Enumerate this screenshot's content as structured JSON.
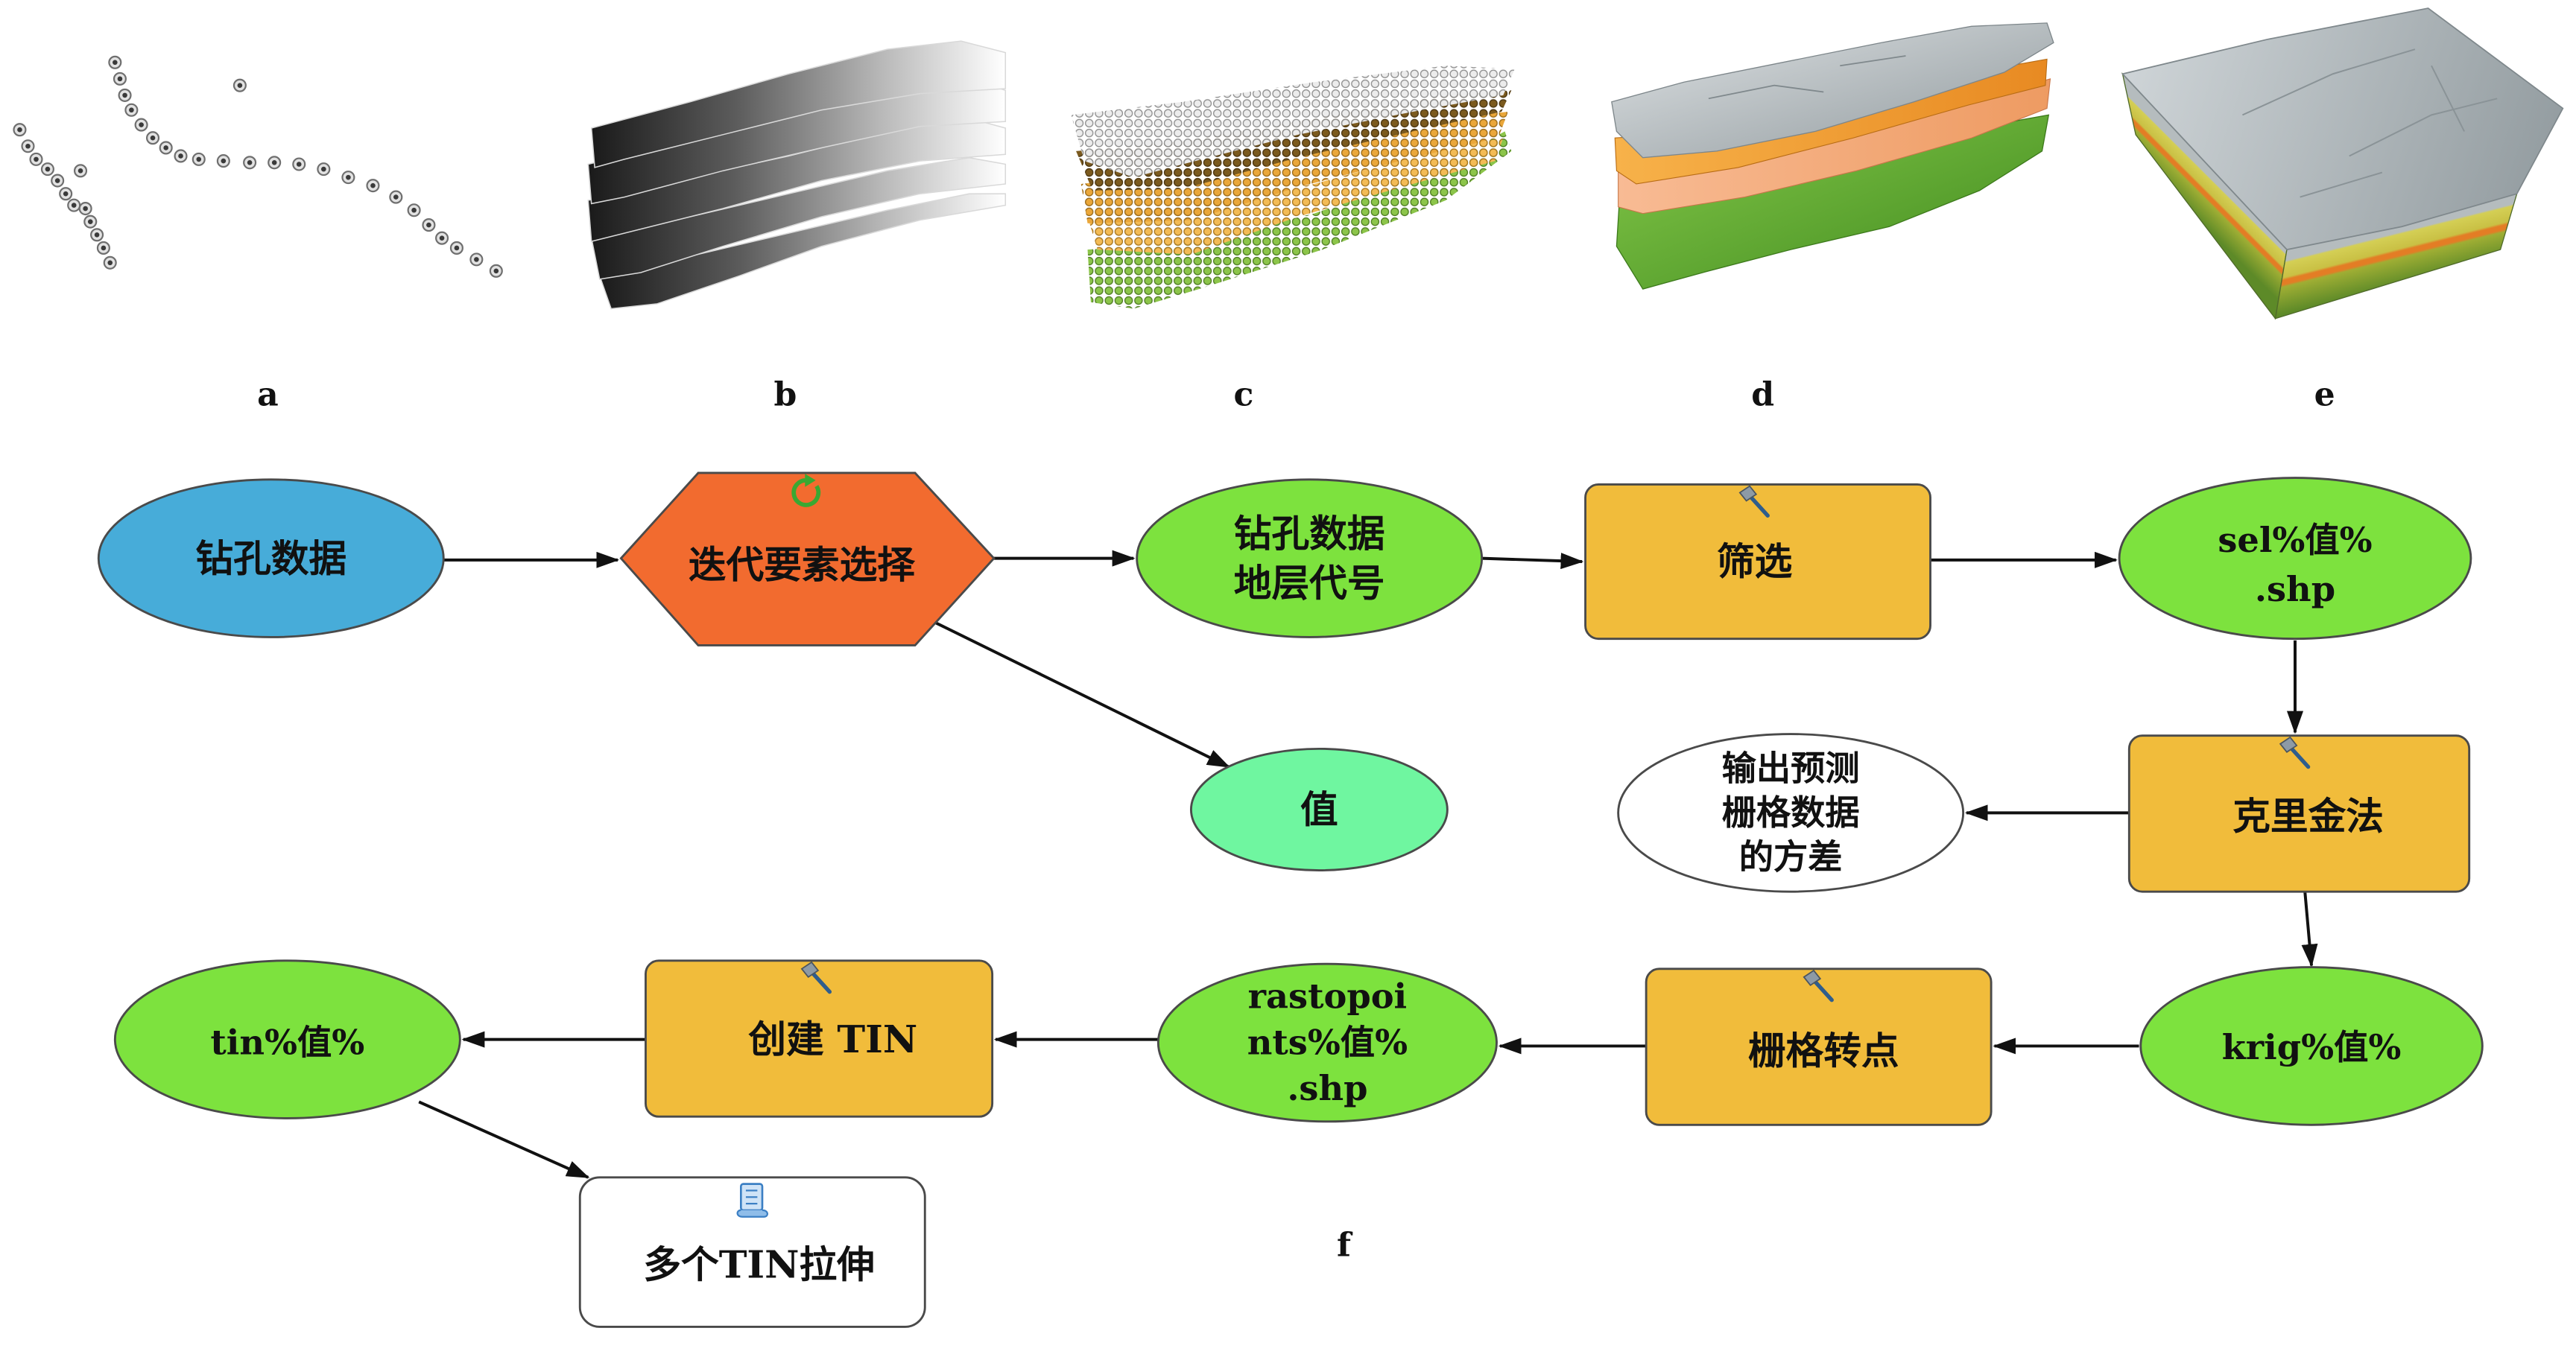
{
  "panels": [
    {
      "label": "a"
    },
    {
      "label": "b"
    },
    {
      "label": "c"
    },
    {
      "label": "d"
    },
    {
      "label": "e"
    }
  ],
  "flowchart": {
    "label": "f",
    "edge_color": "#111111",
    "nodes": {
      "borehole_data": {
        "lines": [
          "钻孔数据"
        ],
        "fill": "#47acd9"
      },
      "iterate_feature_selection": {
        "lines": [
          "迭代要素选择"
        ],
        "fill": "#f26b2f",
        "icon": "refresh-icon"
      },
      "borehole_stratum_code": {
        "lines": [
          "钻孔数据",
          "地层代号"
        ],
        "fill": "#7de23e"
      },
      "select": {
        "lines": [
          "筛选"
        ],
        "fill": "#f1bc3b",
        "icon": "hammer-icon"
      },
      "sel_value_shp": {
        "lines": [
          "sel%值%",
          ".shp"
        ],
        "fill": "#7de23e"
      },
      "value": {
        "lines": [
          "值"
        ],
        "fill": "#6ff6a0"
      },
      "kriging": {
        "lines": [
          "克里金法"
        ],
        "fill": "#f1bc3b",
        "icon": "hammer-icon"
      },
      "variance_raster": {
        "lines": [
          "输出预测",
          "栅格数据",
          "的方差"
        ],
        "fill": "#ffffff"
      },
      "krig_value": {
        "lines": [
          "krig%值%"
        ],
        "fill": "#7de23e"
      },
      "raster_to_point": {
        "lines": [
          "栅格转点"
        ],
        "fill": "#f1bc3b",
        "icon": "hammer-icon"
      },
      "rastopoints_value_shp": {
        "lines": [
          "rastopoi",
          "nts%值%",
          ".shp"
        ],
        "fill": "#7de23e"
      },
      "create_tin": {
        "lines": [
          "创建 TIN"
        ],
        "fill": "#f1bc3b",
        "icon": "hammer-icon"
      },
      "tin_value": {
        "lines": [
          "tin%值%"
        ],
        "fill": "#7de23e"
      },
      "multi_tin_extrude": {
        "lines": [
          "多个TIN拉伸"
        ],
        "fill": "#ffffff",
        "icon": "script-icon"
      }
    }
  }
}
